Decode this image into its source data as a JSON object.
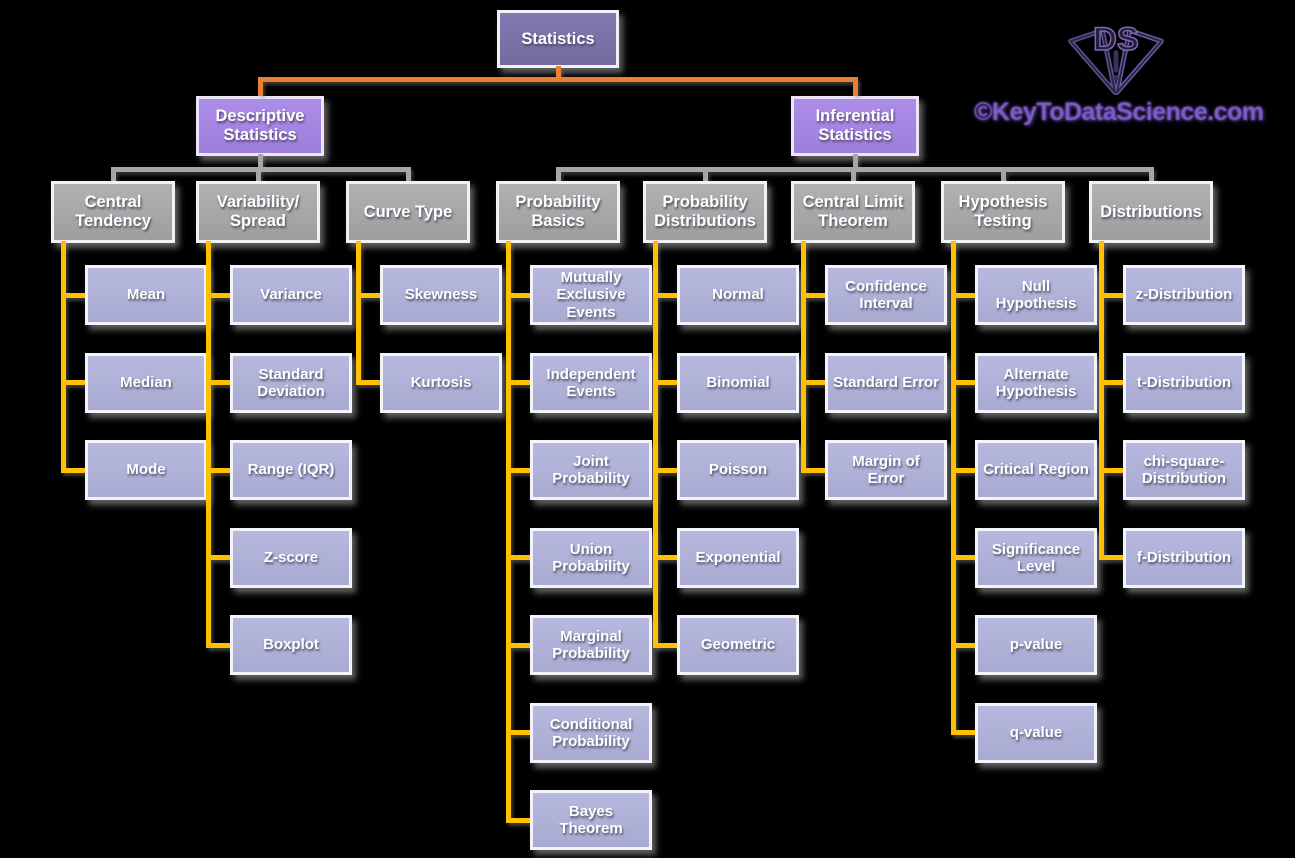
{
  "root": {
    "label": "Statistics"
  },
  "branches": [
    {
      "label": "Descriptive Statistics"
    },
    {
      "label": "Inferential Statistics"
    }
  ],
  "columns": [
    {
      "header": "Central Tendency",
      "branch": 0,
      "items": [
        "Mean",
        "Median",
        "Mode"
      ]
    },
    {
      "header": "Variability/Spread",
      "branch": 0,
      "items": [
        "Variance",
        "Standard Deviation",
        "Range (IQR)",
        "Z-score",
        "Boxplot"
      ]
    },
    {
      "header": "Curve Type",
      "branch": 0,
      "items": [
        "Skewness",
        "Kurtosis"
      ]
    },
    {
      "header": "Probability Basics",
      "branch": 1,
      "items": [
        "Mutually Exclusive Events",
        "Independent Events",
        "Joint Probability",
        "Union Probability",
        "Marginal Probability",
        "Conditional Probability",
        "Bayes Theorem"
      ]
    },
    {
      "header": "Probability Distributions",
      "branch": 1,
      "items": [
        "Normal",
        "Binomial",
        "Poisson",
        "Exponential",
        "Geometric"
      ]
    },
    {
      "header": "Central Limit Theorem",
      "branch": 1,
      "items": [
        "Confidence Interval",
        "Standard Error",
        "Margin of Error"
      ]
    },
    {
      "header": "Hypothesis Testing",
      "branch": 1,
      "items": [
        "Null Hypothesis",
        "Alternate Hypothesis",
        "Critical Region",
        "Significance Level",
        "p-value",
        "q-value"
      ]
    },
    {
      "header": "Distributions",
      "branch": 1,
      "items": [
        "z-Distribution",
        "t-Distribution",
        "chi-square-Distribution",
        "f-Distribution"
      ]
    }
  ],
  "watermark": {
    "text": "©KeyToDataScience.com"
  },
  "logo": {
    "letters": "DS"
  },
  "colors": {
    "root_fill": "#7B70A8",
    "branch_fill": "#A687E2",
    "category_fill": "#A7A7A7",
    "item_fill": "#AEB0D7",
    "connector_level1_orange": "#ED7D31",
    "connector_level2_gray": "#A6A6A6",
    "connector_level3_gold": "#FFC000",
    "watermark_purple": "#7D5CC8",
    "box_text": "#FFFFFF"
  }
}
